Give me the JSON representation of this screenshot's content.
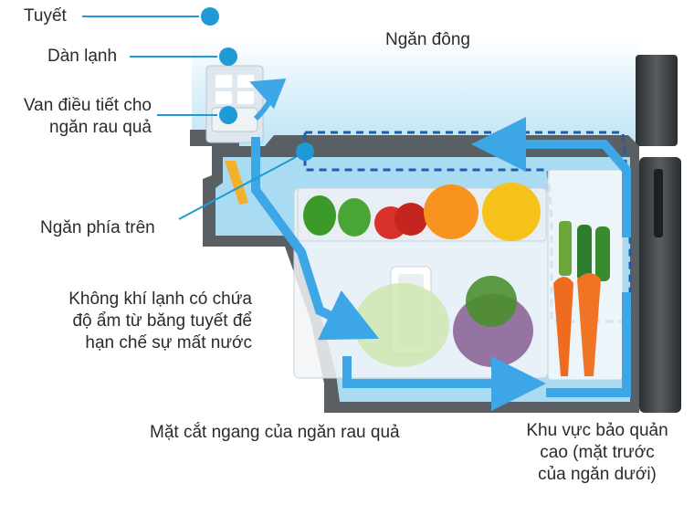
{
  "labels": {
    "snow": "Tuyết",
    "evaporator": "Dàn lạnh",
    "valve": "Van điều tiết cho\nngăn rau quả",
    "freezer": "Ngăn đông",
    "upper_compartment": "Ngăn phía trên",
    "cold_air": "Không khí lạnh có chứa\nđộ ẩm từ băng tuyết để\nhạn chế sự mất nước",
    "cross_section": "Mặt cắt ngang của ngăn rau quả",
    "high_storage": "Khu vực bảo quản\ncao (mặt trước\ncủa ngăn dưới)"
  },
  "colors": {
    "accent": "#1f9ad6",
    "cold_zone": "#a9dcf3",
    "freezer_bg": "#cdeaf8",
    "cabinet": "#555a5e",
    "flow_arrow": "#3da6e6"
  }
}
